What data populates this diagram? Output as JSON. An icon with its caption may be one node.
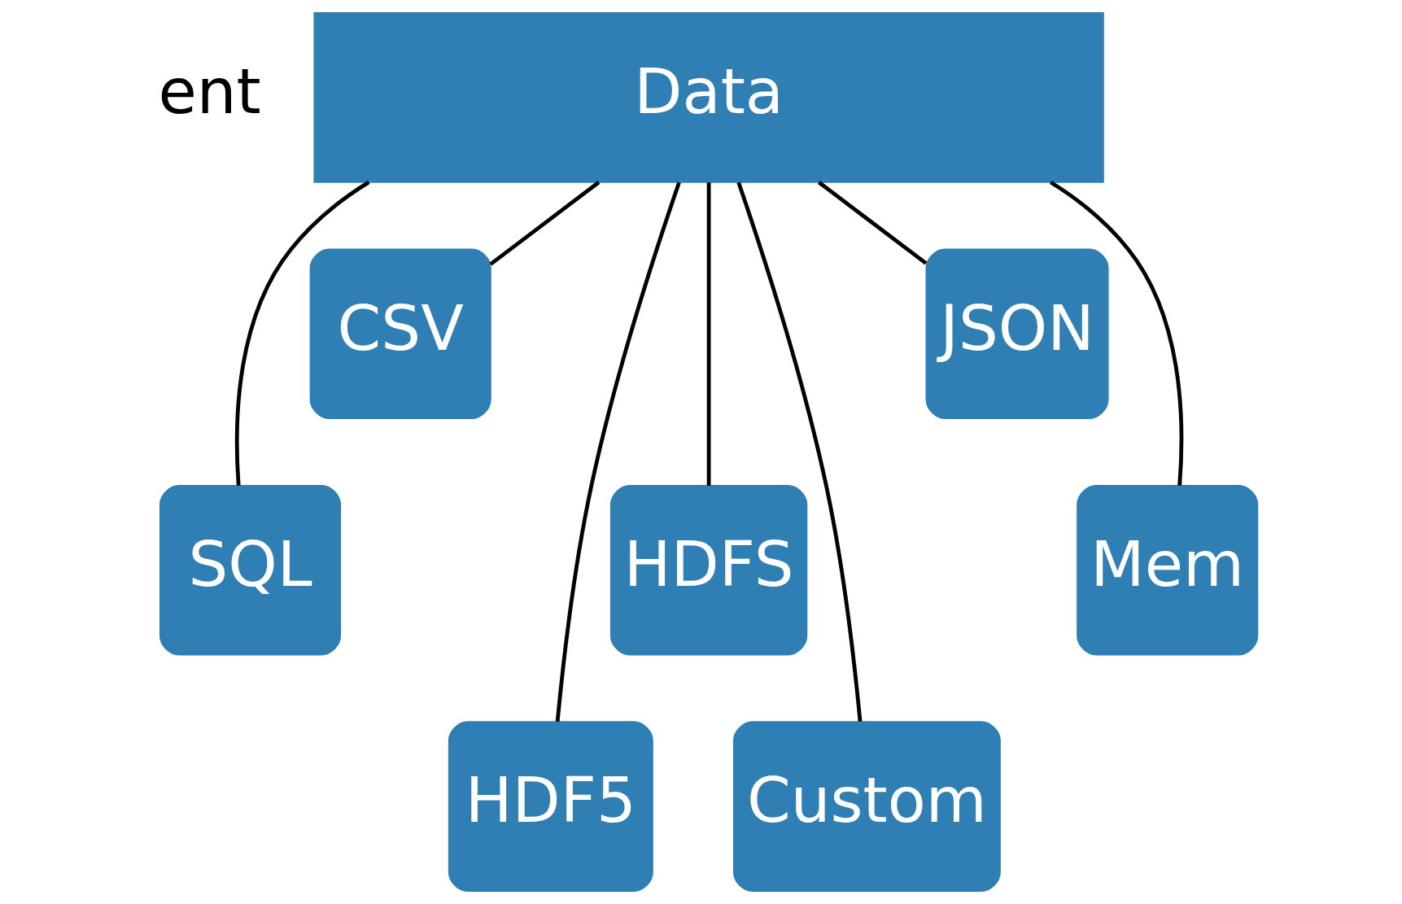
{
  "diagram": {
    "nodes": [
      {
        "text": [
          "Data"
        ]
      },
      {
        "text": [
          "SQL"
        ]
      },
      {
        "text": [
          "CSV"
        ]
      },
      {
        "text": [
          "HDF5"
        ]
      },
      {
        "text": [
          "HDFS"
        ]
      },
      {
        "text": [
          "Custom"
        ]
      },
      {
        "text": [
          "JSON"
        ]
      },
      {
        "text": [
          "Mem"
        ]
      }
    ],
    "edges": [
      {
        "from": 0,
        "to": 1,
        "arrow": "none"
      },
      {
        "from": 0,
        "to": 2,
        "arrow": "none"
      },
      {
        "from": 0,
        "to": 3,
        "arrow": "none"
      },
      {
        "from": 0,
        "to": 4,
        "arrow": "none"
      },
      {
        "from": 0,
        "to": 5,
        "arrow": "none"
      },
      {
        "from": 0,
        "to": 6,
        "arrow": "none"
      },
      {
        "from": 0,
        "to": 7,
        "arrow": "none"
      }
    ],
    "labels": [
      "ent"
    ]
  }
}
